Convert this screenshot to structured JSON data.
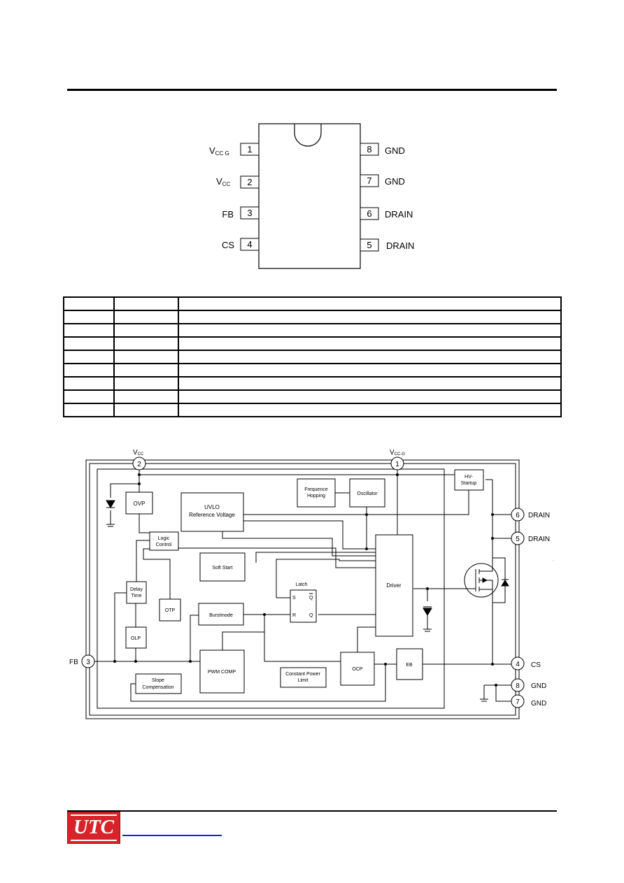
{
  "pin_diagram": {
    "left_pins": [
      {
        "num": "1",
        "name": "V",
        "sub": "CC G"
      },
      {
        "num": "2",
        "name": "V",
        "sub": "CC"
      },
      {
        "num": "3",
        "name": "FB",
        "sub": ""
      },
      {
        "num": "4",
        "name": "CS",
        "sub": ""
      }
    ],
    "right_pins": [
      {
        "num": "8",
        "name": "GND"
      },
      {
        "num": "7",
        "name": "GND"
      },
      {
        "num": "6",
        "name": "DRAIN"
      },
      {
        "num": "5",
        "name": "DRAIN"
      }
    ]
  },
  "pin_table": {
    "rows": [
      [
        "",
        "",
        ""
      ],
      [
        "",
        "",
        ""
      ],
      [
        "",
        "",
        ""
      ],
      [
        "",
        "",
        ""
      ],
      [
        "",
        "",
        ""
      ],
      [
        "",
        "",
        ""
      ],
      [
        "",
        "",
        ""
      ],
      [
        "",
        "",
        ""
      ],
      [
        "",
        "",
        ""
      ]
    ]
  },
  "block_diagram": {
    "terminals": {
      "vcc": {
        "num": "2",
        "label": "V",
        "sub": "CC"
      },
      "vccg": {
        "num": "1",
        "label": "V",
        "sub": "CC-G"
      },
      "fb": {
        "num": "3",
        "label": "FB"
      },
      "drain6": {
        "num": "6",
        "label": "DRAIN"
      },
      "drain5": {
        "num": "5",
        "label": "DRAIN"
      },
      "cs": {
        "num": "4",
        "label": "CS"
      },
      "gnd8": {
        "num": "8",
        "label": "GND"
      },
      "gnd7": {
        "num": "7",
        "label": "GND"
      }
    },
    "blocks": {
      "ovp": "OVP",
      "uvlo_1": "UVLO",
      "uvlo_2": "Reference Voltage",
      "freq_1": "Frequence",
      "freq_2": "Hopping",
      "oscillator": "Oscillator",
      "hv_1": "HV-",
      "hv_2": "Startup",
      "logic_1": "Logic",
      "logic_2": "Control",
      "soft_start": "Soft Start",
      "latch": "Latch",
      "latch_s": "S",
      "latch_r": "R",
      "latch_qbar": "Q",
      "latch_q": "Q",
      "driver": "Driver",
      "delay_1": "Delay",
      "delay_2": "Time",
      "otp": "OTP",
      "burst": "Burstmode",
      "olp": "OLP",
      "pwm": "PWM COMP",
      "slope_1": "Slope",
      "slope_2": "Compensation",
      "cpl_1": "Constant Power",
      "cpl_2": "Limit",
      "ocp": "OCP",
      "leb": "EB"
    }
  }
}
